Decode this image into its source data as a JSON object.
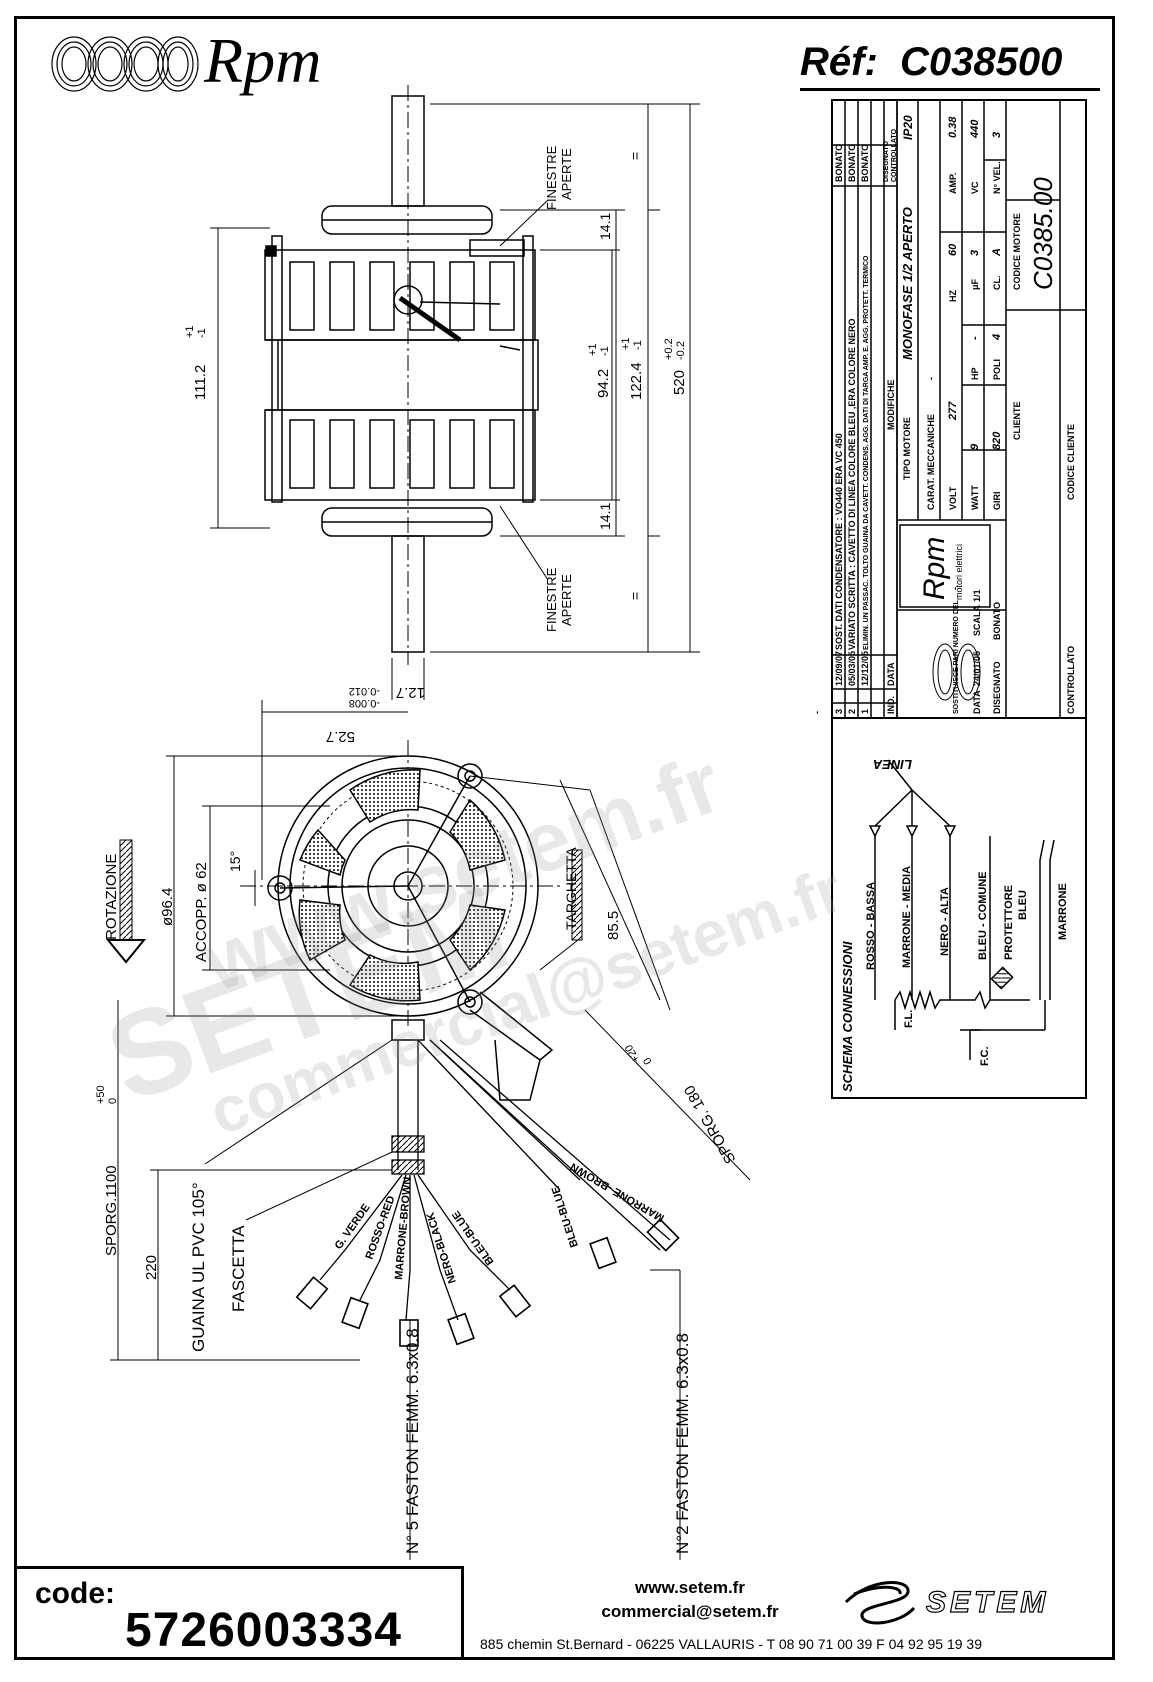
{
  "header": {
    "brand": "Rpm",
    "ref_label": "Réf:",
    "ref_value": "C038500"
  },
  "drawing_labels": {
    "finestre_top": [
      "FINESTRE",
      "APERTE"
    ],
    "finestre_bottom": [
      "FINESTRE",
      "APERTE"
    ],
    "equals": "=",
    "dims": {
      "d_111_2": "111.2",
      "tol_111_2": [
        "+1",
        "-1"
      ],
      "d_14_1_top": "14.1",
      "d_14_1_bot": "14.1",
      "d_94_2": "94.2",
      "tol_94_2": [
        "+1",
        "-1"
      ],
      "d_122_4": "122.4",
      "tol_122_4": [
        "+1",
        "-1"
      ],
      "d_520": "520",
      "tol_520": [
        "+0.2",
        "-0.2"
      ],
      "d_12_7": "12.7",
      "tol_12_7": [
        "-0.008",
        "-0.012"
      ],
      "d_52_7": "52.7",
      "d_96_4": "ø96.4",
      "d_accopp": "ACCOPP. ø 62",
      "d_15deg": "15°",
      "d_85_5": "85.5",
      "d_sporg_180": "SPORG. 180",
      "tol_sporg_180": [
        "+20",
        "0"
      ],
      "d_sporg_1100": "SPORG.1100",
      "tol_sporg_1100": [
        "+50",
        "0"
      ],
      "d_220": "220"
    },
    "rotazione": "ROTAZIONE",
    "targhetta": "TARGHETTA",
    "guaina": "GUAINA UL PVC 105°",
    "fascetta": "FASCETTA",
    "faston5": "N° 5 FASTON FEMM. 6.3x0.8",
    "faston2": "N°2 FASTON FEMM. 6.3x0.8",
    "wires": [
      "G. VERDE",
      "ROSSO-RED",
      "MARRONE-BROWN",
      "NERO-BLACK",
      "BLEU-BLUE",
      "BLEU-BLUE",
      "MARRONE -BROWN"
    ]
  },
  "title_block": {
    "revisions": [
      {
        "n": "3",
        "date": "12/09/07",
        "desc": "SOST. DATI CONDENSATORE : VO440 ERA VC 450",
        "by": "BONATO"
      },
      {
        "n": "2",
        "date": "05/03/05",
        "desc": "VARIATO SCRITTA : CAVETTO DI LINEA COLORE BLEU ,ERA COLORE NERO",
        "by": "BONATO"
      },
      {
        "n": "1",
        "date": "12/12/05",
        "desc": "ELIMIN. UN PASSAC. TOLTO GUAINA DA CAVETT. CONDENS. AGG. DATI DI TARGA AMP. E. AGG. PROTETT. TERMICO",
        "by": "BONATO"
      }
    ],
    "rev_head": {
      "n": "IND.",
      "date": "DATA",
      "desc": "MODIFICHE",
      "by1": "DISEGNATO",
      "by2": "CONTROLLATO"
    },
    "dash": "-",
    "tipo_motore_label": "TIPO MOTORE",
    "tipo_motore": "MONOFASE 1/2 APERTO",
    "ip": "IP20",
    "carat_label": "CARAT. MECCANICHE",
    "carat_value": "-",
    "ratings": [
      [
        {
          "k": "VOLT",
          "v": "277"
        },
        {
          "k": "HZ",
          "v": "60"
        },
        {
          "k": "AMP.",
          "v": "0.38"
        }
      ],
      [
        {
          "k": "WATT",
          "v": "9"
        },
        {
          "k": "HP",
          "v": "-"
        },
        {
          "k": "μF",
          "v": "3"
        },
        {
          "k": "VC",
          "v": "440"
        }
      ],
      [
        {
          "k": "GIRI",
          "v": "820"
        },
        {
          "k": "POLI",
          "v": "4"
        },
        {
          "k": "CL.",
          "v": "A"
        },
        {
          "k": "N° VEL.",
          "v": "3"
        }
      ]
    ],
    "codice_motore_label": "CODICE MOTORE",
    "codice_motore": "C0385.00",
    "cliente_label": "CLIENTE",
    "codice_cliente_label": "CODICE CLIENTE",
    "sostituisce_label": "SOSTITUISCE PARI NUMERO DEL",
    "sostituisce_value": "-",
    "data_label": "DATA",
    "data_value": "24/01/05",
    "scala_label": "SCALA",
    "scala_value": "1/1",
    "disegnato_label": "DISEGNATO",
    "disegnato_value": "BONATO",
    "controllato_label": "CONTROLLATO",
    "rpm_logo": "Rpm",
    "rpm_sub": "motori elettrici"
  },
  "schematic": {
    "title": "SCHEMA CONNESSIONI",
    "linea": "LINEA",
    "leads": [
      "ROSSO - BASSA",
      "MARRONE - MEDIA",
      "NERO - ALTA",
      "BLEU - COMUNE"
    ],
    "protettore": "PROTETTORE",
    "bleu": "BLEU",
    "marrone": "MARRONE",
    "fl": "F.L.",
    "fc": "F.C."
  },
  "footer": {
    "code_label": "code:",
    "code_value": "5726003334",
    "web": "www.setem.fr",
    "email": "commercial@setem.fr",
    "address": "885 chemin St.Bernard  -  06225 VALLAURIS  -  T 08 90 71 00 39   F 04 92 95 19 39",
    "setem": "SETEM"
  },
  "watermark": {
    "text1": "www.setem.fr",
    "text2": "SETEM",
    "text3": "commercial@setem.fr"
  }
}
